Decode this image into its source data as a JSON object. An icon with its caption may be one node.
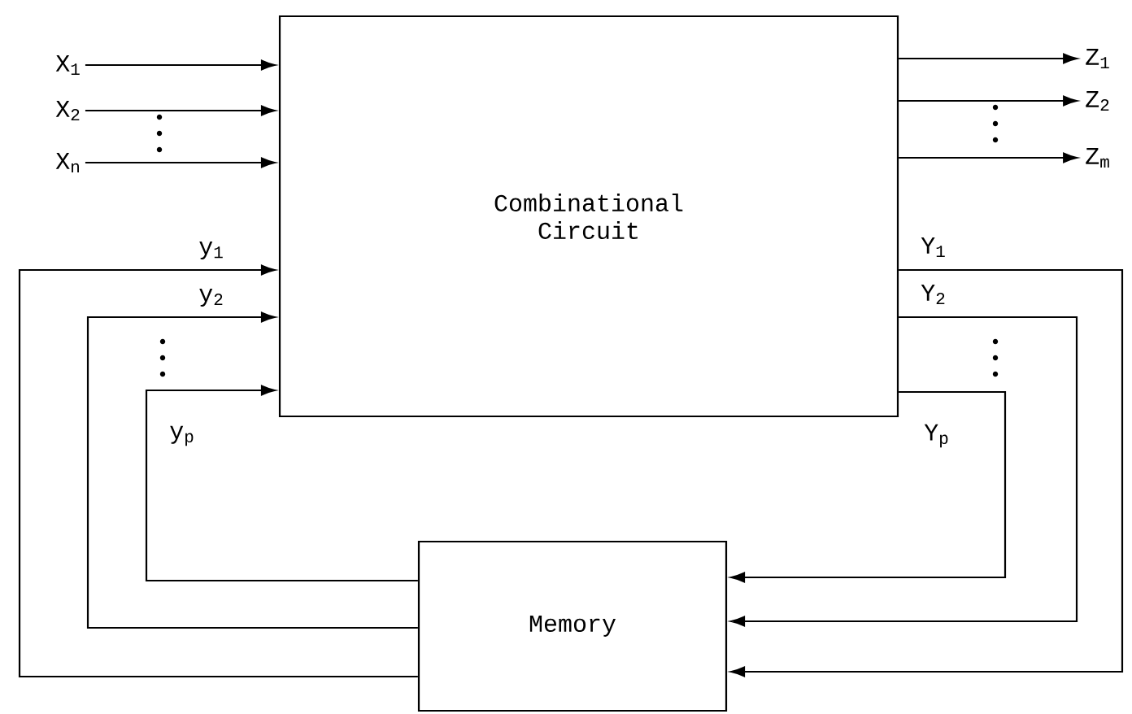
{
  "diagram": {
    "nodes": [
      {
        "text": [
          "X$_{1}$"
        ]
      },
      {
        "text": [
          "X$_{2}$"
        ]
      },
      {
        "text": [
          "X$_{n}$"
        ]
      },
      {
        "text": [
          "Combinational Circuit"
        ]
      },
      {
        "text": [
          "Z$_{1}$"
        ]
      },
      {
        "text": [
          "Z$_{2}$"
        ]
      },
      {
        "text": [
          "Z$_{m}$"
        ]
      },
      {
        "text": [
          "Memory"
        ]
      }
    ],
    "edges": [
      {
        "from": 0,
        "to": 3,
        "arrow": "to"
      },
      {
        "from": 1,
        "to": 3,
        "arrow": "to"
      },
      {
        "from": 2,
        "to": 3,
        "arrow": "to"
      },
      {
        "from": 3,
        "to": 4,
        "arrow": "to"
      },
      {
        "from": 3,
        "to": 5,
        "arrow": "to"
      },
      {
        "from": 3,
        "to": 6,
        "arrow": "to"
      },
      {
        "from": 3,
        "to": 7,
        "arrow": "to",
        "label": "Y$_{1}$"
      },
      {
        "from": 3,
        "to": 7,
        "arrow": "to",
        "label": "Y$_{2}$"
      },
      {
        "from": 3,
        "to": 7,
        "arrow": "to",
        "label": "Y$_{p}$"
      },
      {
        "from": 7,
        "to": 3,
        "arrow": "to",
        "label": "y$_{1}$"
      },
      {
        "from": 7,
        "to": 3,
        "arrow": "to",
        "label": "y$_{2}$"
      },
      {
        "from": 7,
        "to": 3,
        "arrow": "to",
        "label": "y$_{p}$"
      }
    ]
  }
}
